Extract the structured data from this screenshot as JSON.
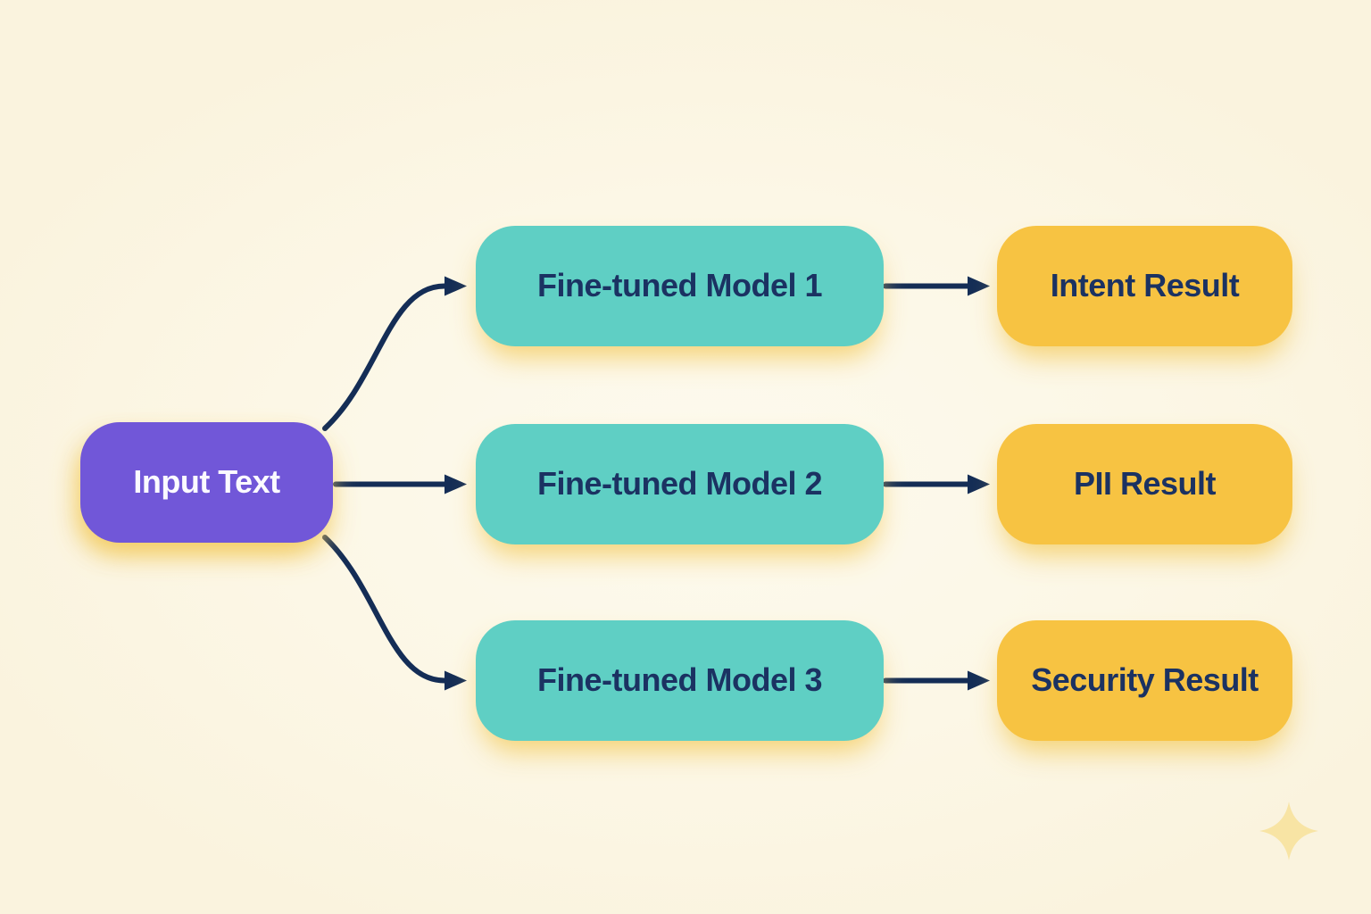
{
  "diagram": {
    "type": "flowchart",
    "background_color": "#FCF7E6",
    "input_node": {
      "label": "Input Text",
      "fill": "#7157D8",
      "text_color": "#FBFAFF"
    },
    "branches": [
      {
        "model": "Fine-tuned Model 1",
        "result": "Intent Result"
      },
      {
        "model": "Fine-tuned Model 2",
        "result": "PII Result"
      },
      {
        "model": "Fine-tuned Model 3",
        "result": "Security Result"
      }
    ],
    "model_node_fill": "#5FCFC4",
    "result_node_fill": "#F7C342",
    "node_text_color": "#1B3262",
    "arrow_color": "#142D56",
    "glow_color": "#F3CC61",
    "icons": {
      "sparkle": {
        "color": "#F8E4A4"
      }
    }
  }
}
